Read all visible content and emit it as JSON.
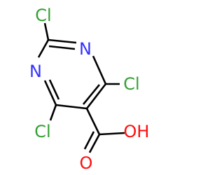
{
  "molecule": {
    "atoms": {
      "n_top": "N",
      "n_left": "N",
      "cl_top": "Cl",
      "cl_right": "Cl",
      "cl_bottom": "Cl",
      "oh": "OH",
      "o_carbonyl": "O"
    },
    "colors": {
      "bond": "#000000",
      "nitrogen": "#3333ff",
      "chlorine": "#33a033",
      "oxygen": "#ff0d0d"
    }
  }
}
